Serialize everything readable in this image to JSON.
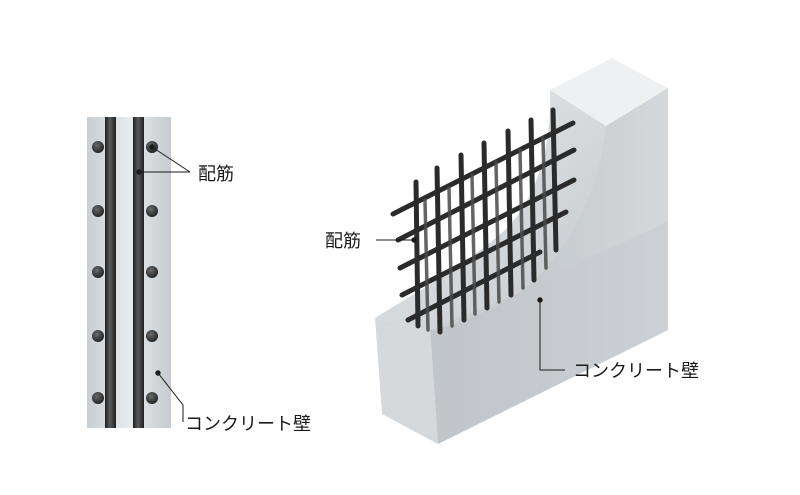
{
  "labels": {
    "rebar_section": "配筋",
    "wall_section": "コンクリート壁",
    "rebar_iso": "配筋",
    "wall_iso": "コンクリート壁"
  },
  "colors": {
    "concrete_light": "#e4e7e9",
    "concrete_mid": "#c7ccd0",
    "concrete_dark": "#a9afb4",
    "rebar": "#2b2b2b",
    "leader": "#1a1a1a"
  }
}
